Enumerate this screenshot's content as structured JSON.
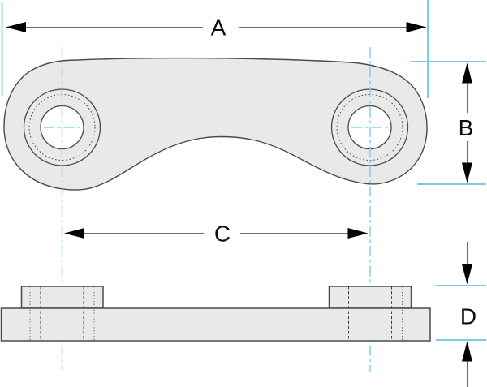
{
  "labels": {
    "a": "A",
    "b": "B",
    "c": "C",
    "d": "D"
  },
  "colors": {
    "accent": "#64c5e2",
    "accent-light": "#7ed3ea",
    "part-fill": "#e9e9e9",
    "line-dark": "#4a4a4a",
    "line-dim": "#6e6e6e",
    "arrow": "#000000",
    "background": "#ffffff"
  }
}
